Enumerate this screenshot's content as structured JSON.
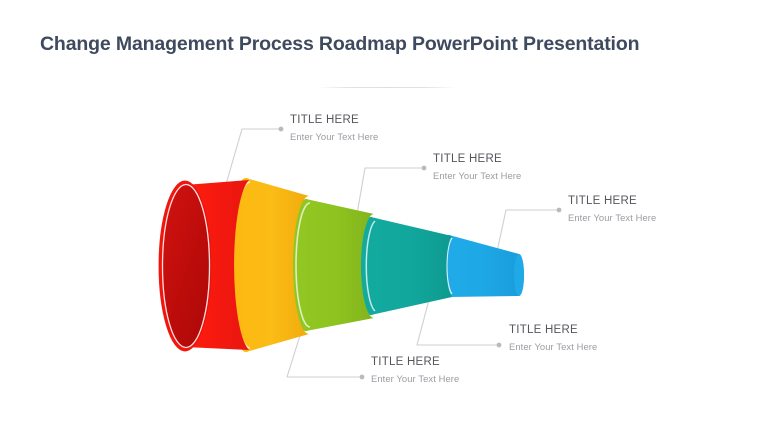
{
  "slide": {
    "title": "Change Management Process Roadmap PowerPoint Presentation",
    "background_color": "#ffffff",
    "title_color": "#3f4a5f",
    "divider": "title-divider"
  },
  "diagram": {
    "type": "3d-horizontal-funnel",
    "name": "change-management-funnel",
    "stage_count": 5,
    "stages": [
      {
        "index": 1,
        "color": "#f41f12",
        "face_color": "#c00d0b",
        "collar_color": "#c8100e",
        "label_ref": 0
      },
      {
        "index": 2,
        "color": "#fbb713",
        "face_color": "#d89b0f",
        "collar_color": "#c99113",
        "label_ref": 1
      },
      {
        "index": 3,
        "color": "#8ec320",
        "face_color": "#6e9b18",
        "collar_color": "#76a519",
        "label_ref": 3
      },
      {
        "index": 4,
        "color": "#12a79c",
        "face_color": "#0c8178",
        "collar_color": "#0e8e85",
        "label_ref": 4
      },
      {
        "index": 5,
        "color": "#1fa9e6",
        "face_color": "#1787bb",
        "collar_color": "#1b96cd",
        "label_ref": 2
      }
    ]
  },
  "callouts": [
    {
      "title": "TITLE HERE",
      "desc": "Enter Your Text Here"
    },
    {
      "title": "TITLE HERE",
      "desc": "Enter Your Text Here"
    },
    {
      "title": "TITLE HERE",
      "desc": "Enter Your Text Here"
    },
    {
      "title": "TITLE HERE",
      "desc": "Enter Your Text Here"
    },
    {
      "title": "TITLE HERE",
      "desc": "Enter Your Text Here"
    }
  ],
  "connector": {
    "line_color": "#cfcfd4",
    "dot_color": "#b9b9c0"
  },
  "text_colors": {
    "callout_title": "#55565c",
    "callout_desc": "#9b9ba3"
  }
}
